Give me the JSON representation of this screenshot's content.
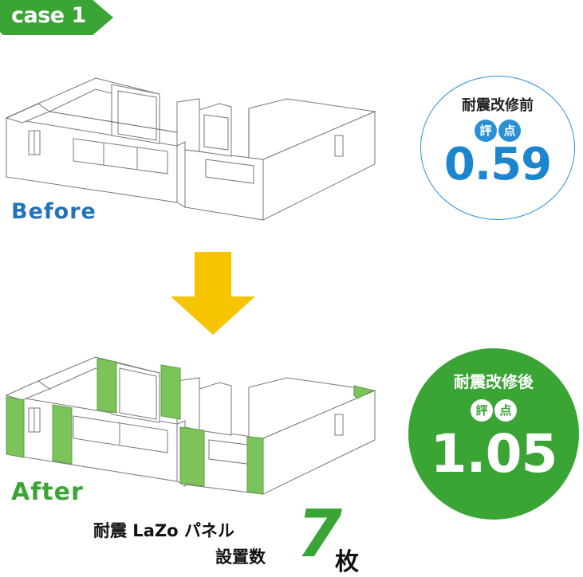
{
  "case": {
    "label": "case 1",
    "color": "#3aa535"
  },
  "before": {
    "label": "Before",
    "circle_title": "耐震改修前",
    "badge_1": "評",
    "badge_2": "点",
    "score": "0.59",
    "color": "#2b8fd3"
  },
  "after": {
    "label": "After",
    "circle_title": "耐震改修後",
    "badge_1": "評",
    "badge_2": "点",
    "score": "1.05",
    "color": "#3aa535"
  },
  "arrow": {
    "icon": "down-arrow-icon",
    "color": "#f6c400"
  },
  "panel_color": "#7cc35a",
  "caption": {
    "line1": "耐震 LaZo パネル",
    "line2": "設置数",
    "count": "7",
    "unit": "枚"
  }
}
